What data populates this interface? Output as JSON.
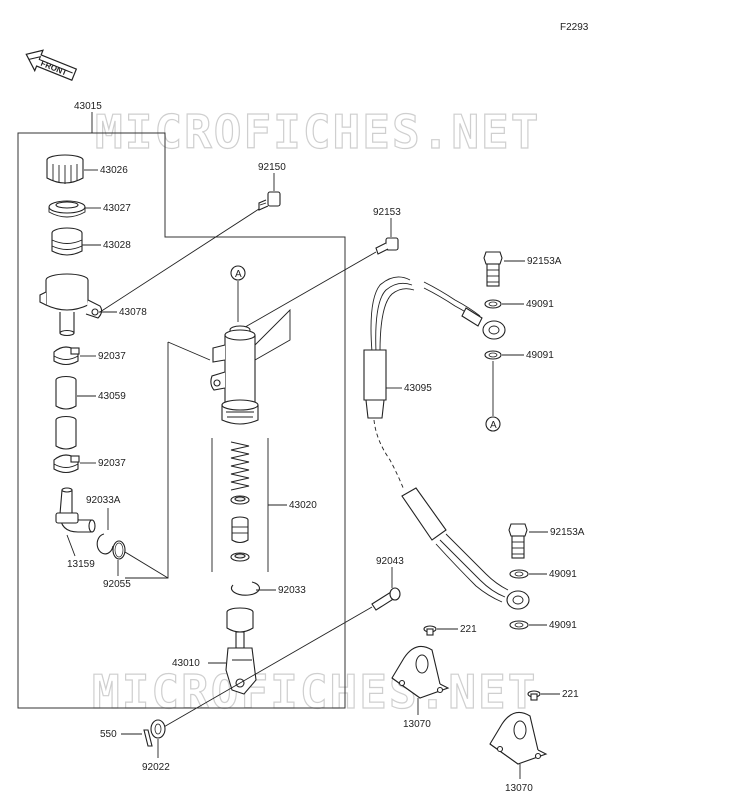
{
  "figure_code": "F2293",
  "front_label": "FRONT",
  "watermark": "MICROFICHES.NET",
  "callout_letter": "A",
  "parts": {
    "p43015": "43015",
    "p43026": "43026",
    "p43027": "43027",
    "p43028": "43028",
    "p43078": "43078",
    "p92037a": "92037",
    "p43059": "43059",
    "p92037b": "92037",
    "p92033A": "92033A",
    "p13159": "13159",
    "p92055": "92055",
    "p92150": "92150",
    "p92153": "92153",
    "p43020": "43020",
    "p92033": "92033",
    "p43010": "43010",
    "p92043": "92043",
    "p550": "550",
    "p92022": "92022",
    "p92153A_top": "92153A",
    "p49091_1": "49091",
    "p49091_2": "49091",
    "p43095": "43095",
    "p92153A_bot": "92153A",
    "p49091_3": "49091",
    "p49091_4": "49091",
    "p221a": "221",
    "p13070a": "13070",
    "p221b": "221",
    "p13070b": "13070"
  }
}
